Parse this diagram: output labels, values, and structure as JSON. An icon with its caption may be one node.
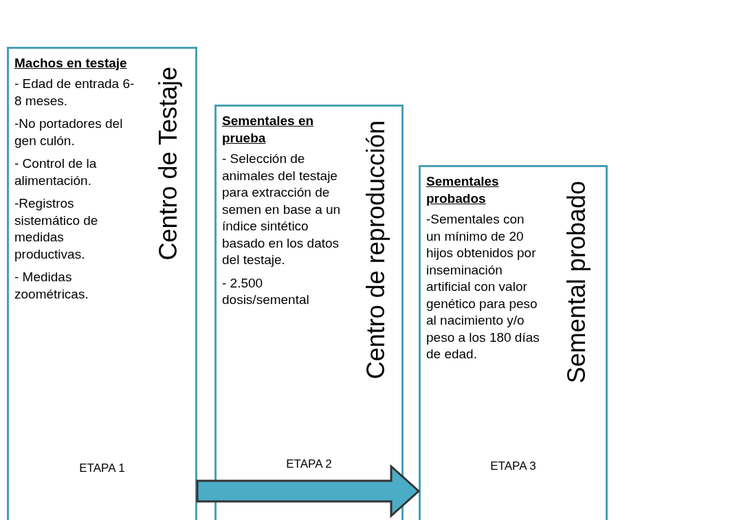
{
  "diagram": {
    "nodes": [
      {
        "text": [
          "Machos en testaje",
          "- Edad de entrada 6-8 meses.",
          "-No portadores del gen culón.",
          "- Control de la alimentación.",
          "-Registros sistemático de medidas productivas.",
          "- Medidas zoométricas.",
          "Centro de Testaje",
          "ETAPA 1"
        ]
      },
      {
        "text": [
          "Sementales en prueba",
          "- Selección de animales del testaje para extracción de semen en base a un índice sintético basado en los datos del testaje.",
          "- 2.500 dosis/semental",
          "Centro de reproducción",
          "ETAPA 2"
        ]
      },
      {
        "text": [
          "Sementales probados",
          "-Sementales con un mínimo de 20 hijos obtenidos por inseminación artificial con valor genético para peso al nacimiento y/o peso a los 180 días de edad.",
          "Semental probado",
          "ETAPA 3"
        ]
      }
    ],
    "edges": [
      {
        "from": 0,
        "to": 2,
        "arrow": "to",
        "style": "thick",
        "color": "#4bacc6"
      }
    ]
  }
}
